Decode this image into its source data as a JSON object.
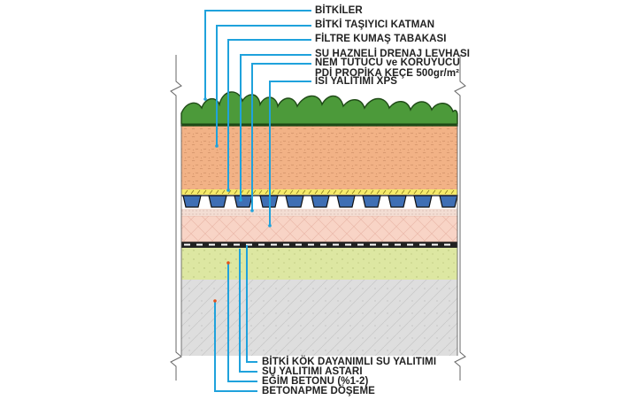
{
  "colors": {
    "leader": "#1fa2dc",
    "vegetation": "#4c9a3a",
    "soil": "#f2b286",
    "filter": "#f6ea6a",
    "drainage_water": "#3f6fb4",
    "felt": "#f3ddd3",
    "xps": "#f8d4c6",
    "screed": "#dde7a2",
    "slab": "#dedede"
  },
  "labels_top": {
    "l1": "BİTKİLER",
    "l2": "BİTKİ TAŞIYICI KATMAN",
    "l3": "FİLTRE  KUMAŞ TABAKASI",
    "l4": "SU HAZNELİ DRENAJ LEVHASI",
    "l5a": "NEM TUTUCU ve KORUYUCU",
    "l5b": "PDİ PROPİKA KEÇE 500gr/m²",
    "l6": "ISI YALITIMI XPS"
  },
  "labels_bottom": {
    "b1": "BİTKİ KÖK DAYANIMLI SU YALITIMI",
    "b2": "SU YALITIMI ASTARI",
    "b3": "EĞİM BETONU (%1-2)",
    "b4": "BETONAPME DÖŞEME"
  }
}
